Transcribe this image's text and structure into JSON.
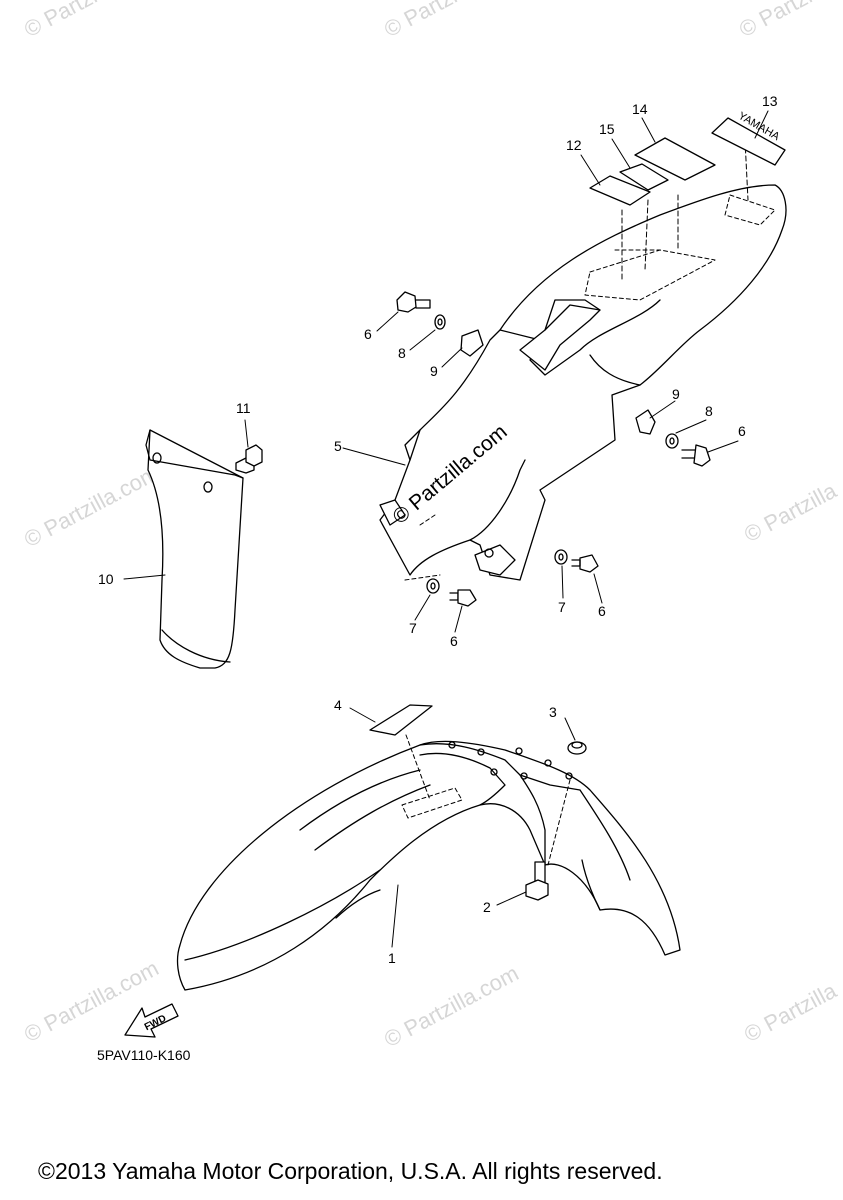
{
  "watermark": {
    "site_text": "© Partzilla",
    "center_text": "© Partzilla.com",
    "corner_text": "© Partzilla.com"
  },
  "callouts": {
    "c1": "1",
    "c2": "2",
    "c3": "3",
    "c4": "4",
    "c5": "5",
    "c6a": "6",
    "c6b": "6",
    "c6c": "6",
    "c6d": "6",
    "c7a": "7",
    "c7b": "7",
    "c8a": "8",
    "c8b": "8",
    "c9a": "9",
    "c9b": "9",
    "c10": "10",
    "c11": "11",
    "c12": "12",
    "c13": "13",
    "c14": "14",
    "c15": "15"
  },
  "decal": {
    "brand_text": "YAMAHA"
  },
  "arrow": {
    "label": "FWD"
  },
  "drawing_code": "5PAV110-K160",
  "copyright": "©2013 Yamaha Motor Corporation, U.S.A. All rights reserved."
}
